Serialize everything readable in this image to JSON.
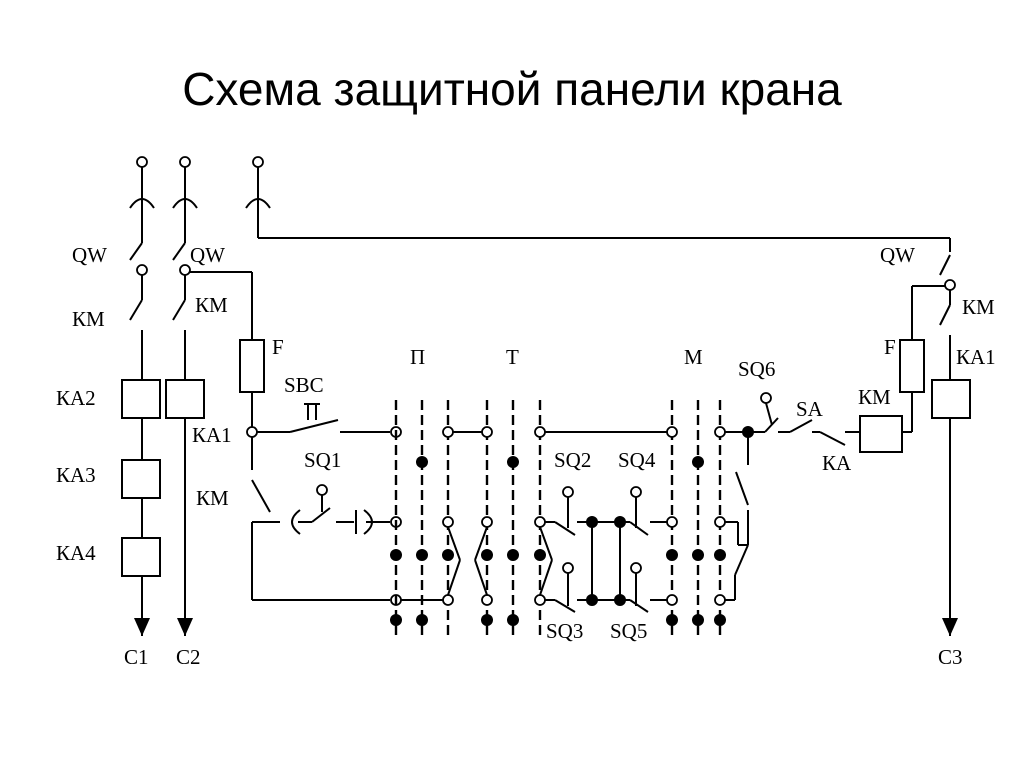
{
  "title": "Схема защитной панели крана",
  "labels": {
    "qw_left": "QW",
    "qw_mid": "QW",
    "qw_right": "QW",
    "km_left": "КМ",
    "km_mid": "КМ",
    "km_coil": "КМ",
    "km_contact": "КМ",
    "km_right": "КМ",
    "ka2": "КА2",
    "ka3": "КА3",
    "ka4": "КА4",
    "ka1_left": "КА1",
    "ka1_right": "КА1",
    "ka": "КА",
    "f_left": "F",
    "f_right": "F",
    "sbc": "SBC",
    "sq1": "SQ1",
    "sq2": "SQ2",
    "sq3": "SQ3",
    "sq4": "SQ4",
    "sq5": "SQ5",
    "sq6": "SQ6",
    "sa": "SA",
    "p": "П",
    "t": "Т",
    "m": "М",
    "c1": "С1",
    "c2": "С2",
    "c3": "С3"
  }
}
